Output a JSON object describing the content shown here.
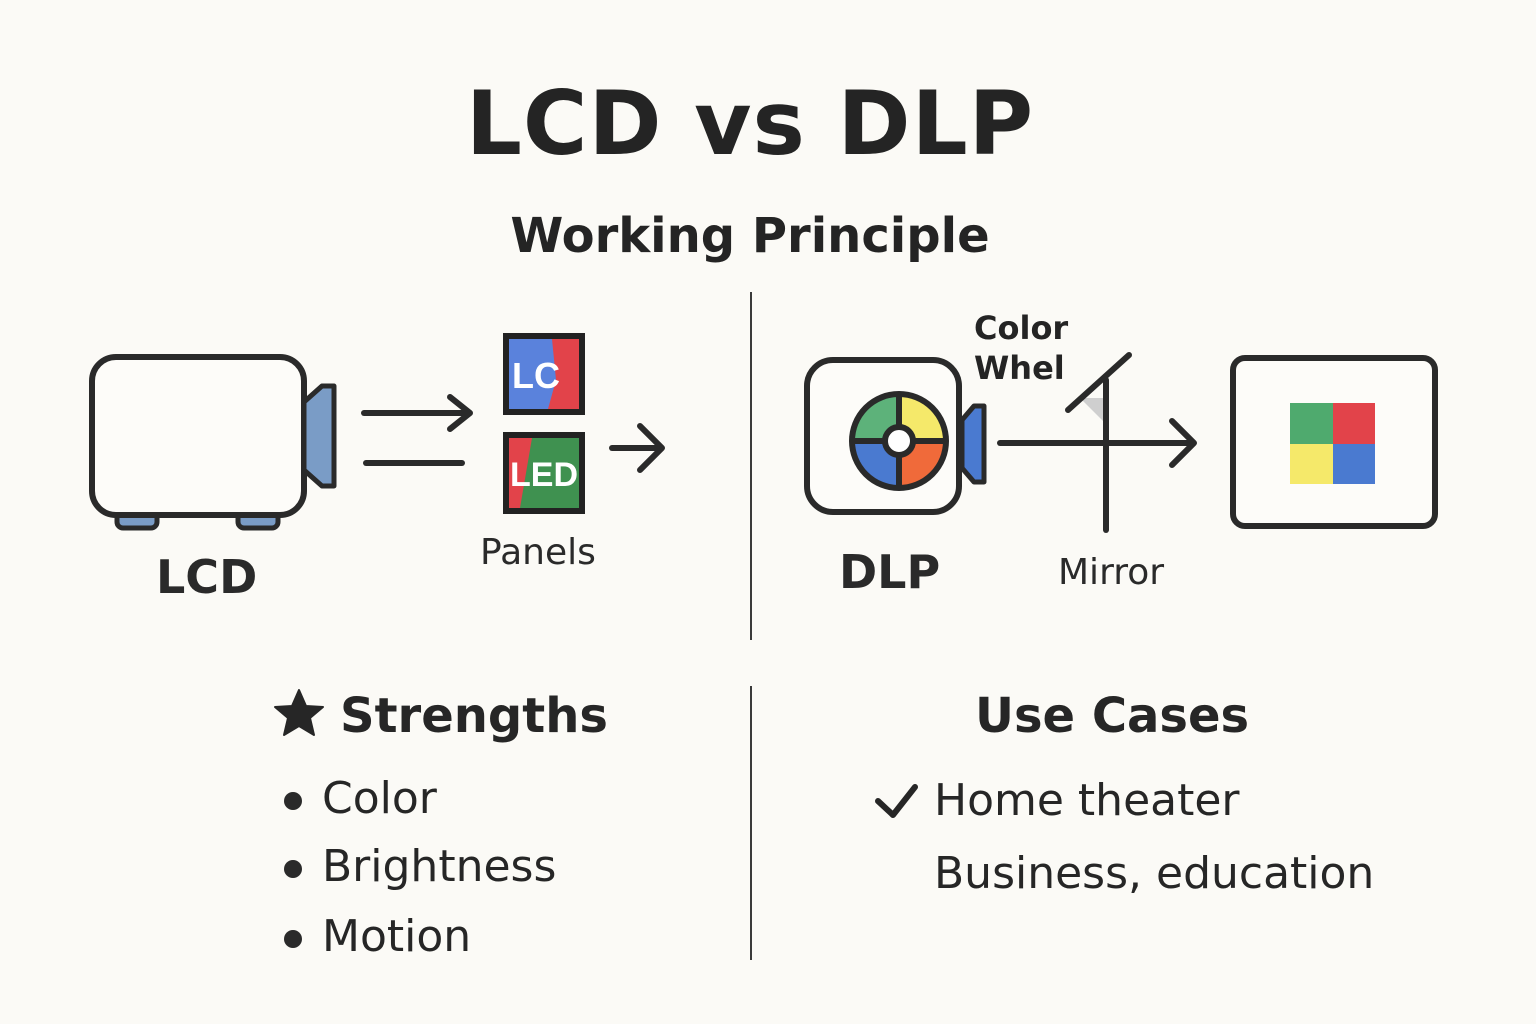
{
  "title": "LCD vs DLP",
  "subtitle": "Working Principle",
  "lcd": {
    "label": "LCD",
    "panels_label": "Panels",
    "panel_texts": [
      "LC",
      "LED"
    ]
  },
  "dlp": {
    "label": "DLP",
    "color_wheel_label_line1": "Color",
    "color_wheel_label_line2": "Whel",
    "mirror_label": "Mirror"
  },
  "strengths": {
    "heading": "Strengths",
    "heading_icon": "star-icon",
    "items": [
      "Color",
      "Brightness",
      "Motion"
    ]
  },
  "use_cases": {
    "heading": "Use Cases",
    "check_icon": "check-icon",
    "items": [
      "Home theater",
      "Business, education"
    ]
  },
  "colors": {
    "blue": "#5a82dc",
    "red": "#e2434a",
    "green": "#3f9150",
    "yellow": "#f5e96a",
    "wheel_green": "#5db27a",
    "lens_blue": "#7a9cc6"
  }
}
